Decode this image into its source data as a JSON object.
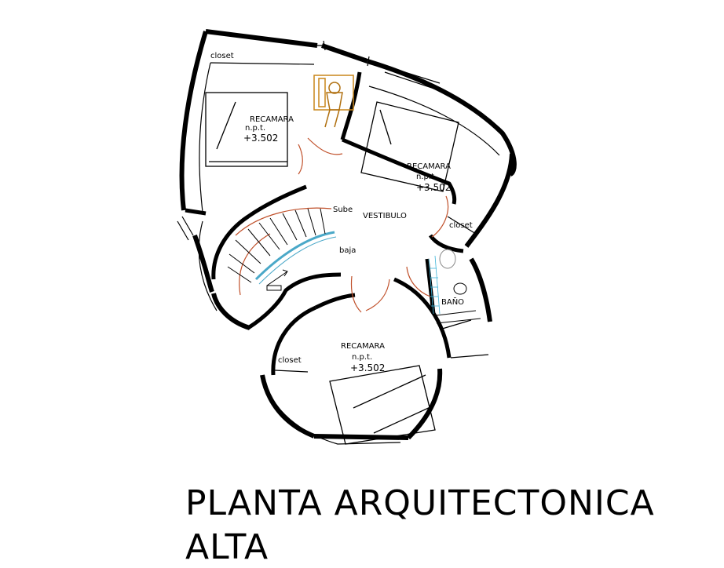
{
  "plan": {
    "rooms": {
      "bedroom_1": {
        "name": "RECAMARA",
        "npt": "n.p.t.",
        "level": "+3.502",
        "closet": "closet"
      },
      "bedroom_2": {
        "name": "RECAMARA",
        "npt": "n.p.t.",
        "level": "+3.502",
        "closet": "closet"
      },
      "bedroom_3": {
        "name": "RECAMARA",
        "npt": "n.p.t.",
        "level": "+3.502",
        "closet": "closet"
      },
      "vestibule": {
        "name": "VESTIBULO"
      },
      "bathroom": {
        "name": "BAÑO"
      }
    },
    "stairs": {
      "up": "Sube",
      "down": "baja"
    }
  },
  "title": {
    "line1": "PLANTA ARQUITECTONICA",
    "line2": "ALTA"
  },
  "colors": {
    "ink": "#000000",
    "door_arc": "#c0502a",
    "stair_rail": "#4aa8c8",
    "bath_tile": "#3fb4d8",
    "furniture": "#c8861a"
  }
}
